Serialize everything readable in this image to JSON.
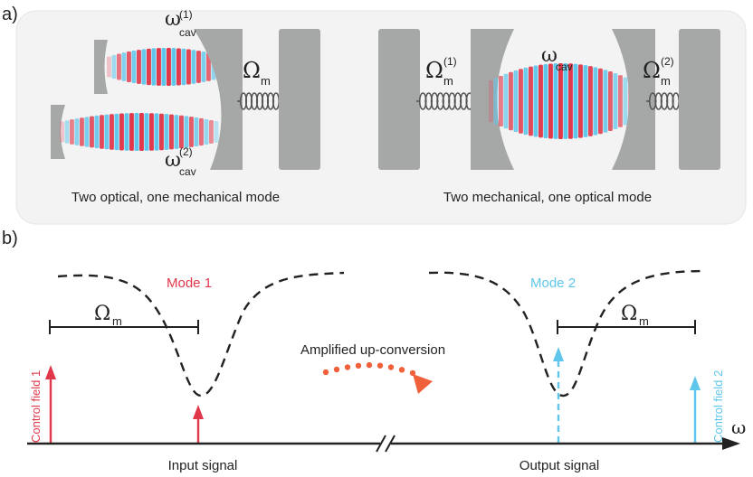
{
  "panel_a": {
    "label": "a)",
    "left": {
      "omega_cav_1": "ω",
      "omega_cav_1_sub": "cav",
      "omega_cav_1_sup": "(1)",
      "omega_cav_2": "ω",
      "omega_cav_2_sub": "cav",
      "omega_cav_2_sup": "(2)",
      "omega_m": "Ω",
      "omega_m_sub": "m",
      "caption": "Two optical, one mechanical mode"
    },
    "right": {
      "omega_m1": "Ω",
      "omega_m1_sub": "m",
      "omega_m1_sup": "(1)",
      "omega_cav": "ω",
      "omega_cav_sub": "cav",
      "omega_m2": "Ω",
      "omega_m2_sub": "m",
      "omega_m2_sup": "(2)",
      "caption": "Two mechanical, one optical mode"
    }
  },
  "panel_b": {
    "label": "b)",
    "mode1": "Mode 1",
    "mode2": "Mode 2",
    "omega_m_left": "Ω",
    "omega_m_left_sub": "m",
    "omega_m_right": "Ω",
    "omega_m_right_sub": "m",
    "amplified": "Amplified up-conversion",
    "control1": "Control field 1",
    "control2": "Control field 2",
    "input_signal": "Input signal",
    "output_signal": "Output signal",
    "axis_label": "ω"
  },
  "colors": {
    "red": "#e0384a",
    "blue": "#5ec6ea",
    "gray": "#a6a8a8",
    "panel_bg": "#f3f3f3",
    "orange": "#f0603a"
  }
}
